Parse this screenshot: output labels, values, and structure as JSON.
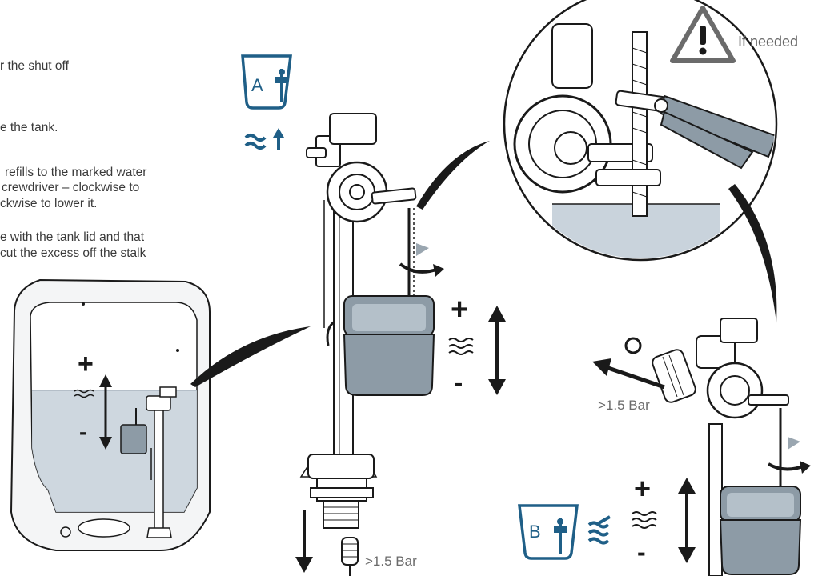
{
  "instructions": {
    "line1": "r the shut off",
    "line2": "e the tank.",
    "line3": "refills to the marked water",
    "line4": "crewdriver – clockwise to",
    "line5": "ckwise to lower it.",
    "line6": "e with the tank lid and that",
    "line7": "cut the excess off the stalk"
  },
  "warning": {
    "text": "If needed"
  },
  "badges": {
    "a": "A",
    "b": "B"
  },
  "pressure": {
    "right": ">1.5 Bar",
    "bottom": ">1.5 Bar"
  },
  "level_signs": {
    "plus": "+",
    "minus": "-"
  },
  "colors": {
    "accent": "#1f5f87",
    "water": "#c9d3dc",
    "float": "#8d9ba6",
    "line": "#1a1a1a"
  }
}
